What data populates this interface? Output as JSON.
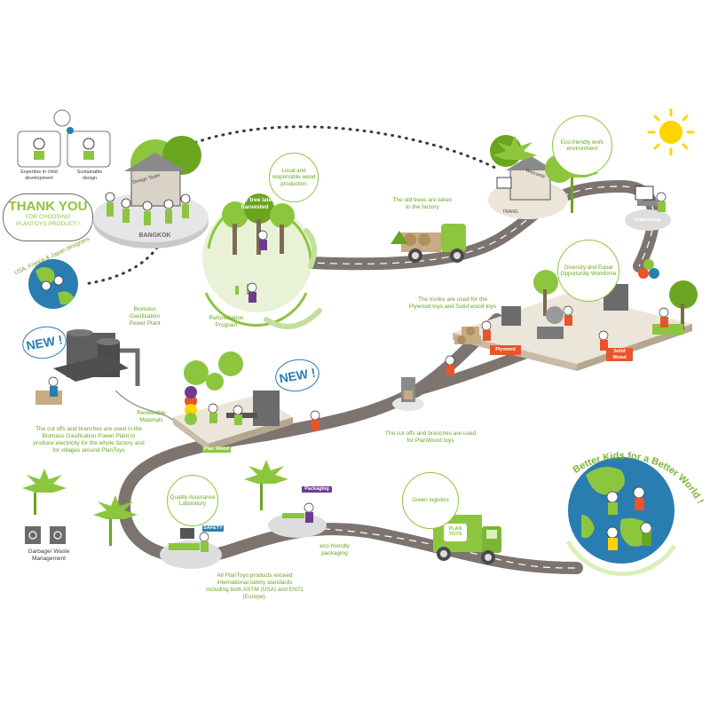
{
  "thank_you": {
    "title": "THANK YOU",
    "line1": "FOR CHOOSING",
    "line2": "PLANTOYS PRODUCT !"
  },
  "design": {
    "expertise": "Expertise in child development",
    "sustainable": "Sustainable design",
    "designers": "USA, France & Japan designers",
    "team_sign": "Design Team",
    "city": "BANGKOK"
  },
  "forest": {
    "latex": "Rubber tree latex is harvested",
    "local": "Local and responsible wood production",
    "reforest": "Reforestation Program"
  },
  "factory_top": {
    "old_trees": "The old trees are taken to the factory",
    "eco_work": "Eco-friendly work environment",
    "welcome": "Welcome",
    "trang": "TRANG",
    "engineering": "Engineering"
  },
  "wood": {
    "diversity": "Diversity and Equal Opportunity Workforce",
    "trunks": "The trunks are used for the Plywood toys and Solid wood toys",
    "plywood": "Plywood",
    "solid": "Solid Wood",
    "cutoffs": "The cut offs and branches are used for PlanWood toys"
  },
  "biomass": {
    "new": "NEW !",
    "title": "Biomass Gasification Power Plant",
    "desc": "The cut offs and branches are used in the Biomass Gasification Power Plant to produce electricity for the whole factory and for villages around PlanToys"
  },
  "finishing": {
    "new": "NEW !",
    "renewable": "Renewable Materials",
    "sign": "Plan Wood"
  },
  "bottom": {
    "garbage": "Garbage/ Waste Management",
    "qa": "Quality Assurance Laboratory",
    "safety": "SAFETY",
    "packaging_sign": "Packaging",
    "eco_pack": "eco-friendly packaging",
    "standards": "All PlanToys products exceed international safety standards including both ASTM (USA) and EN71 (Europe).",
    "logistics": "Green logistics",
    "truck_logo": "PLAN TOYS",
    "slogan": "Better Kids for a Better World !"
  },
  "colors": {
    "green": "#8cc63f",
    "road": "#7d7470",
    "sun": "#ffd400",
    "sky": "#2a7db0",
    "sign_purple": "#6d3b8e",
    "sign_orange": "#e8542b"
  }
}
